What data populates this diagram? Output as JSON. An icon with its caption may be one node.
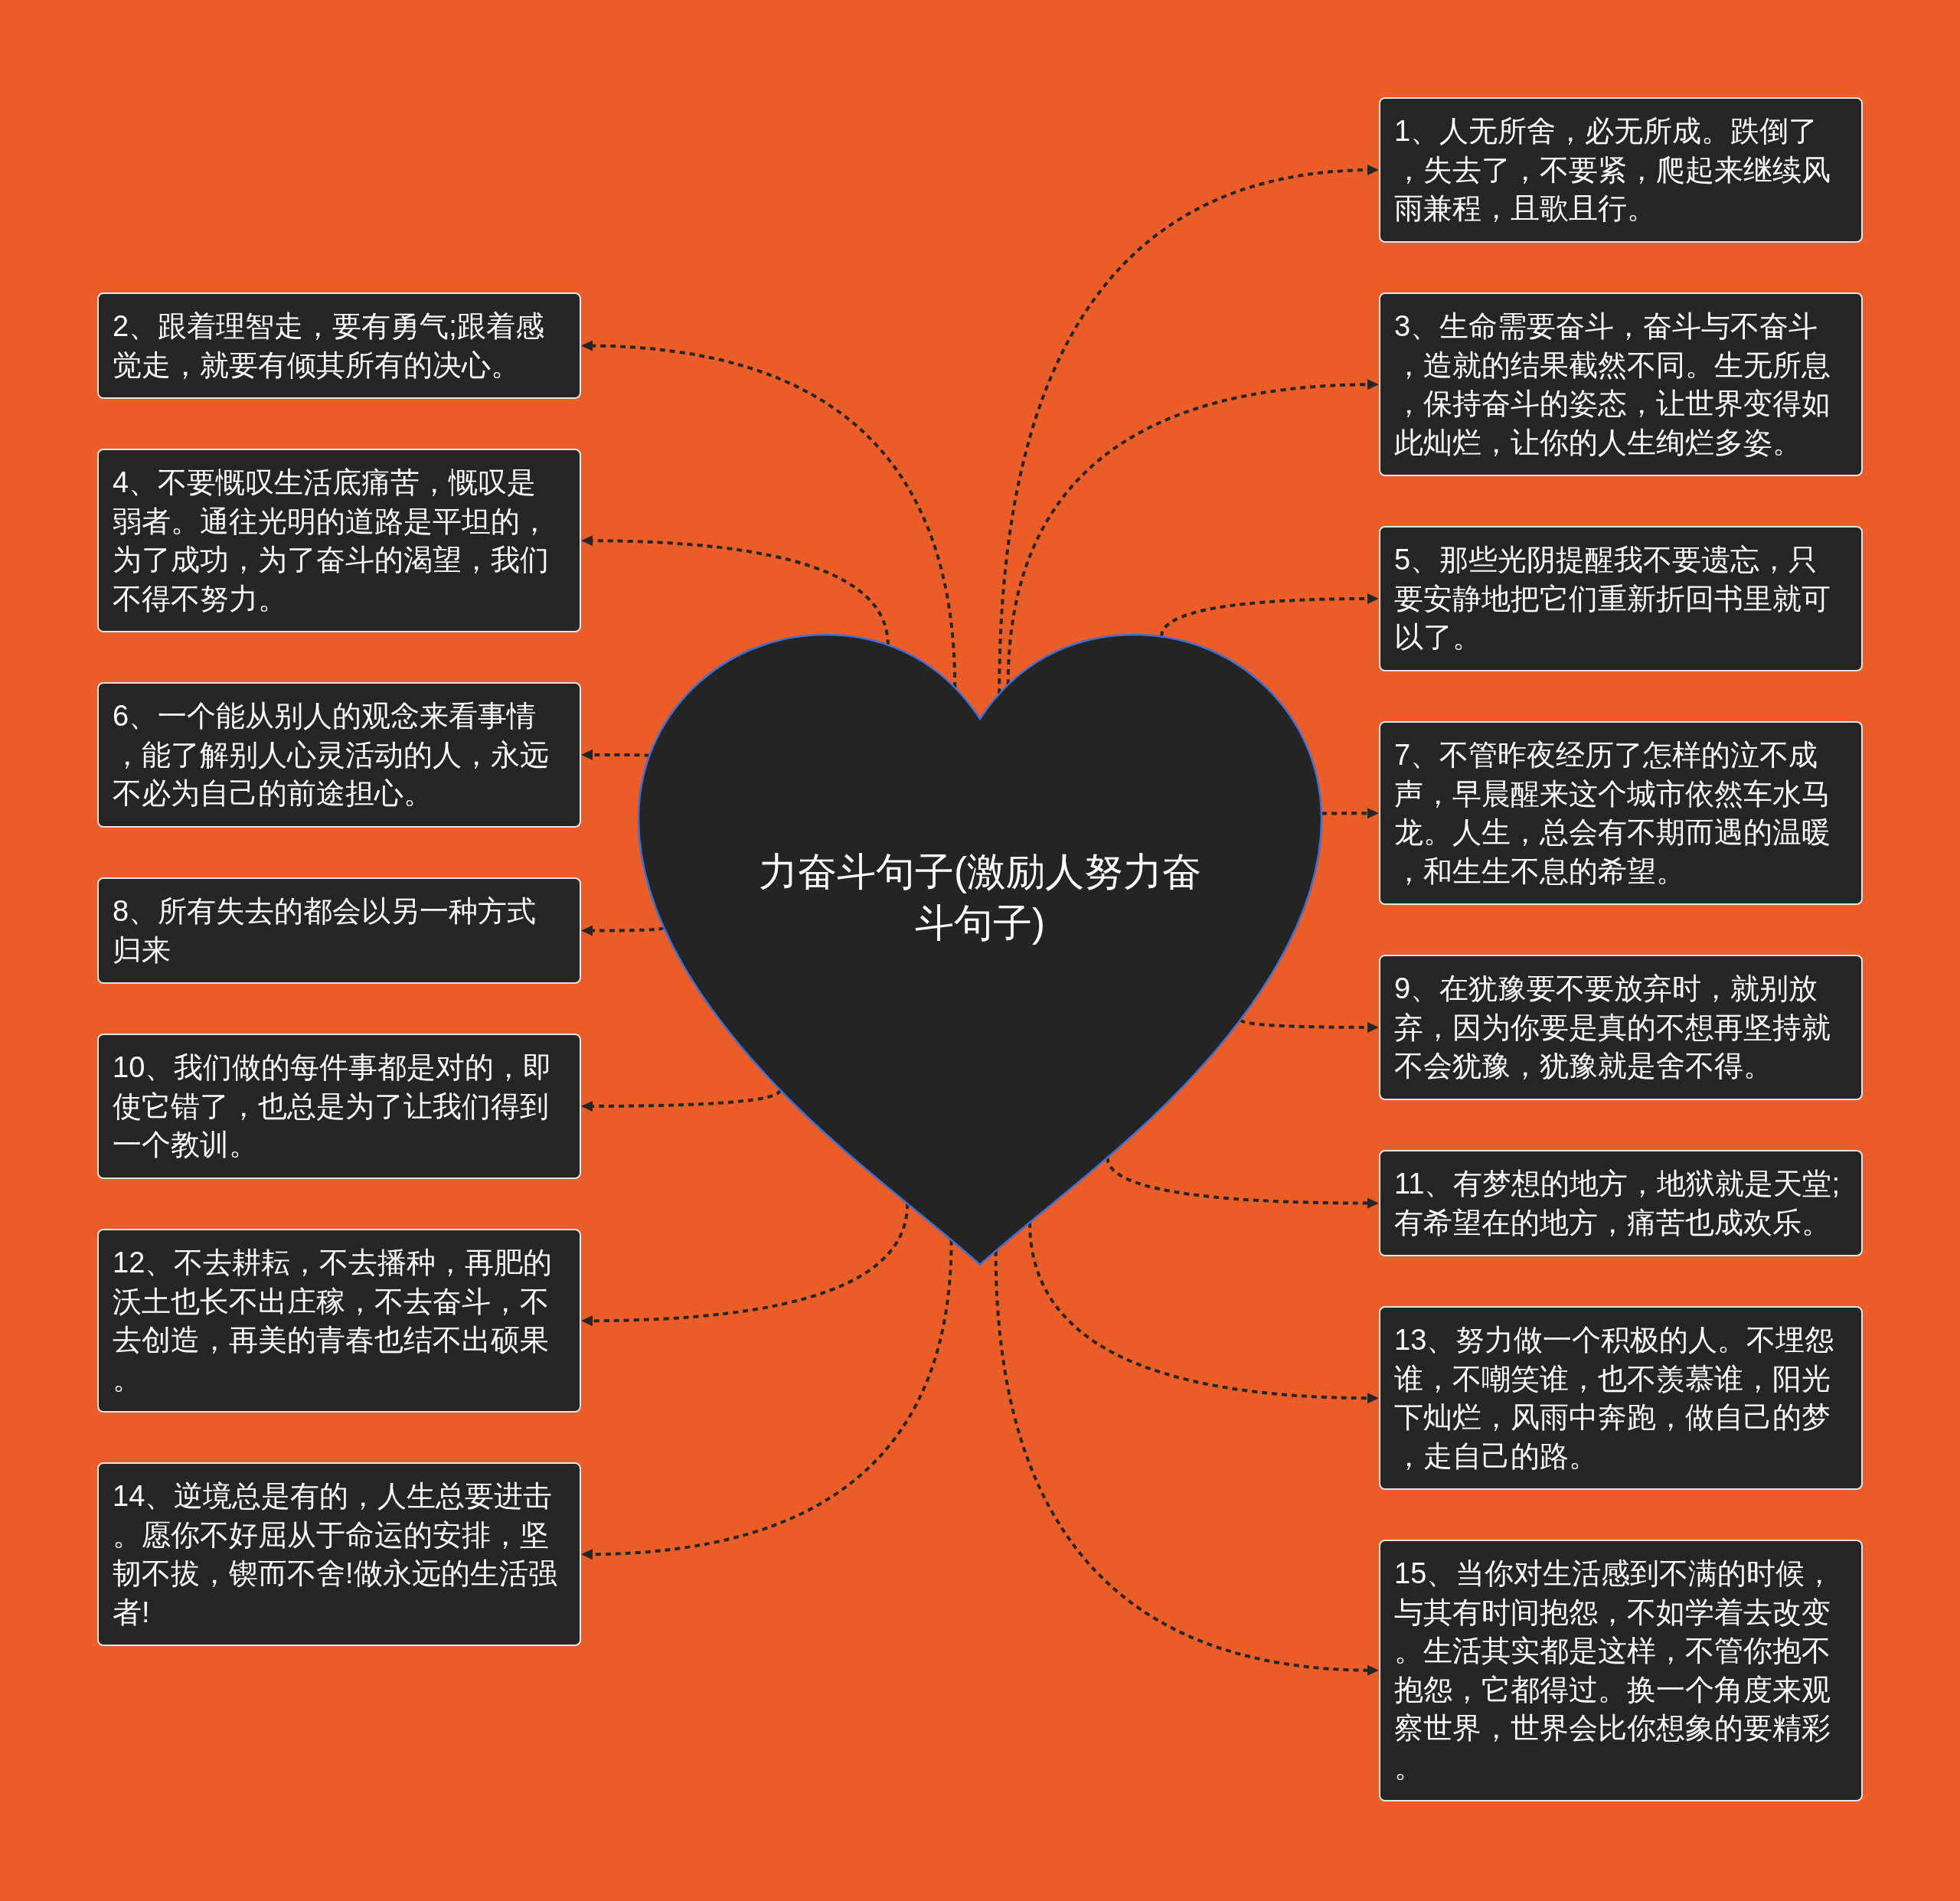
{
  "diagram": {
    "nodes": [
      {
        "text": [
          "力奋斗句子(激励人努力奋斗句子)"
        ]
      },
      {
        "text": [
          "1、人无所舍，必无所成。跌倒了，失去了，不要紧，爬起来继续风雨兼程，且歌且行。"
        ]
      },
      {
        "text": [
          "2、跟着理智走，要有勇气;跟着感觉走，就要有倾其所有的决心。"
        ]
      },
      {
        "text": [
          "3、生命需要奋斗，奋斗与不奋斗，造就的结果截然不同。生无所息，保持奋斗的姿态，让世界变得如此灿烂，让你的人生绚烂多姿。"
        ]
      },
      {
        "text": [
          "4、不要慨叹生活底痛苦，慨叹是弱者。通往光明的道路是平坦的，为了成功，为了奋斗的渴望，我们不得不努力。"
        ]
      },
      {
        "text": [
          "5、那些光阴提醒我不要遗忘，只要安静地把它们重新折回书里就可以了。"
        ]
      },
      {
        "text": [
          "6、一个能从别人的观念来看事情，能了解别人心灵活动的人，永远不必为自己的前途担心。"
        ]
      },
      {
        "text": [
          "7、不管昨夜经历了怎样的泣不成声，早晨醒来这个城市依然车水马龙。人生，总会有不期而遇的温暖，和生生不息的希望。"
        ]
      },
      {
        "text": [
          "8、所有失去的都会以另一种方式归来"
        ]
      },
      {
        "text": [
          "9、在犹豫要不要放弃时，就别放弃，因为你要是真的不想再坚持就不会犹豫，犹豫就是舍不得。"
        ]
      },
      {
        "text": [
          "10、我们做的每件事都是对的，即使它错了，也总是为了让我们得到一个教训。"
        ]
      },
      {
        "text": [
          "11、有梦想的地方，地狱就是天堂;有希望在的地方，痛苦也成欢乐。"
        ]
      },
      {
        "text": [
          "12、不去耕耘，不去播种，再肥的沃土也长不出庄稼，不去奋斗，不去创造，再美的青春也结不出硕果。"
        ]
      },
      {
        "text": [
          "13、努力做一个积极的人。不埋怨谁，不嘲笑谁，也不羡慕谁，阳光下灿烂，风雨中奔跑，做自己的梦，走自己的路。"
        ]
      },
      {
        "text": [
          "14、逆境总是有的，人生总要进击。愿你不好屈从于命运的安排，坚韧不拔，锲而不舍!做永远的生活强者!"
        ]
      },
      {
        "text": [
          "15、当你对生活感到不满的时候，与其有时间抱怨，不如学着去改变。生活其实都是这样，不管你抱不抱怨，它都得过。换一个角度来观察世界，世界会比你想象的要精彩。"
        ]
      }
    ],
    "edges": [
      {
        "from": 0,
        "to": 1,
        "arrow": "to",
        "style": "dashed"
      },
      {
        "from": 0,
        "to": 2,
        "arrow": "to",
        "style": "dashed"
      },
      {
        "from": 0,
        "to": 3,
        "arrow": "to",
        "style": "dashed"
      },
      {
        "from": 0,
        "to": 4,
        "arrow": "to",
        "style": "dashed"
      },
      {
        "from": 0,
        "to": 5,
        "arrow": "to",
        "style": "dashed"
      },
      {
        "from": 0,
        "to": 6,
        "arrow": "to",
        "style": "dashed"
      },
      {
        "from": 0,
        "to": 7,
        "arrow": "to",
        "style": "dashed"
      },
      {
        "from": 0,
        "to": 8,
        "arrow": "to",
        "style": "dashed"
      },
      {
        "from": 0,
        "to": 9,
        "arrow": "to",
        "style": "dashed"
      },
      {
        "from": 0,
        "to": 10,
        "arrow": "to",
        "style": "dashed"
      },
      {
        "from": 0,
        "to": 11,
        "arrow": "to",
        "style": "dashed"
      },
      {
        "from": 0,
        "to": 12,
        "arrow": "to",
        "style": "dashed"
      },
      {
        "from": 0,
        "to": 13,
        "arrow": "to",
        "style": "dashed"
      },
      {
        "from": 0,
        "to": 14,
        "arrow": "to",
        "style": "dashed"
      },
      {
        "from": 0,
        "to": 15,
        "arrow": "to",
        "style": "dashed"
      }
    ]
  }
}
